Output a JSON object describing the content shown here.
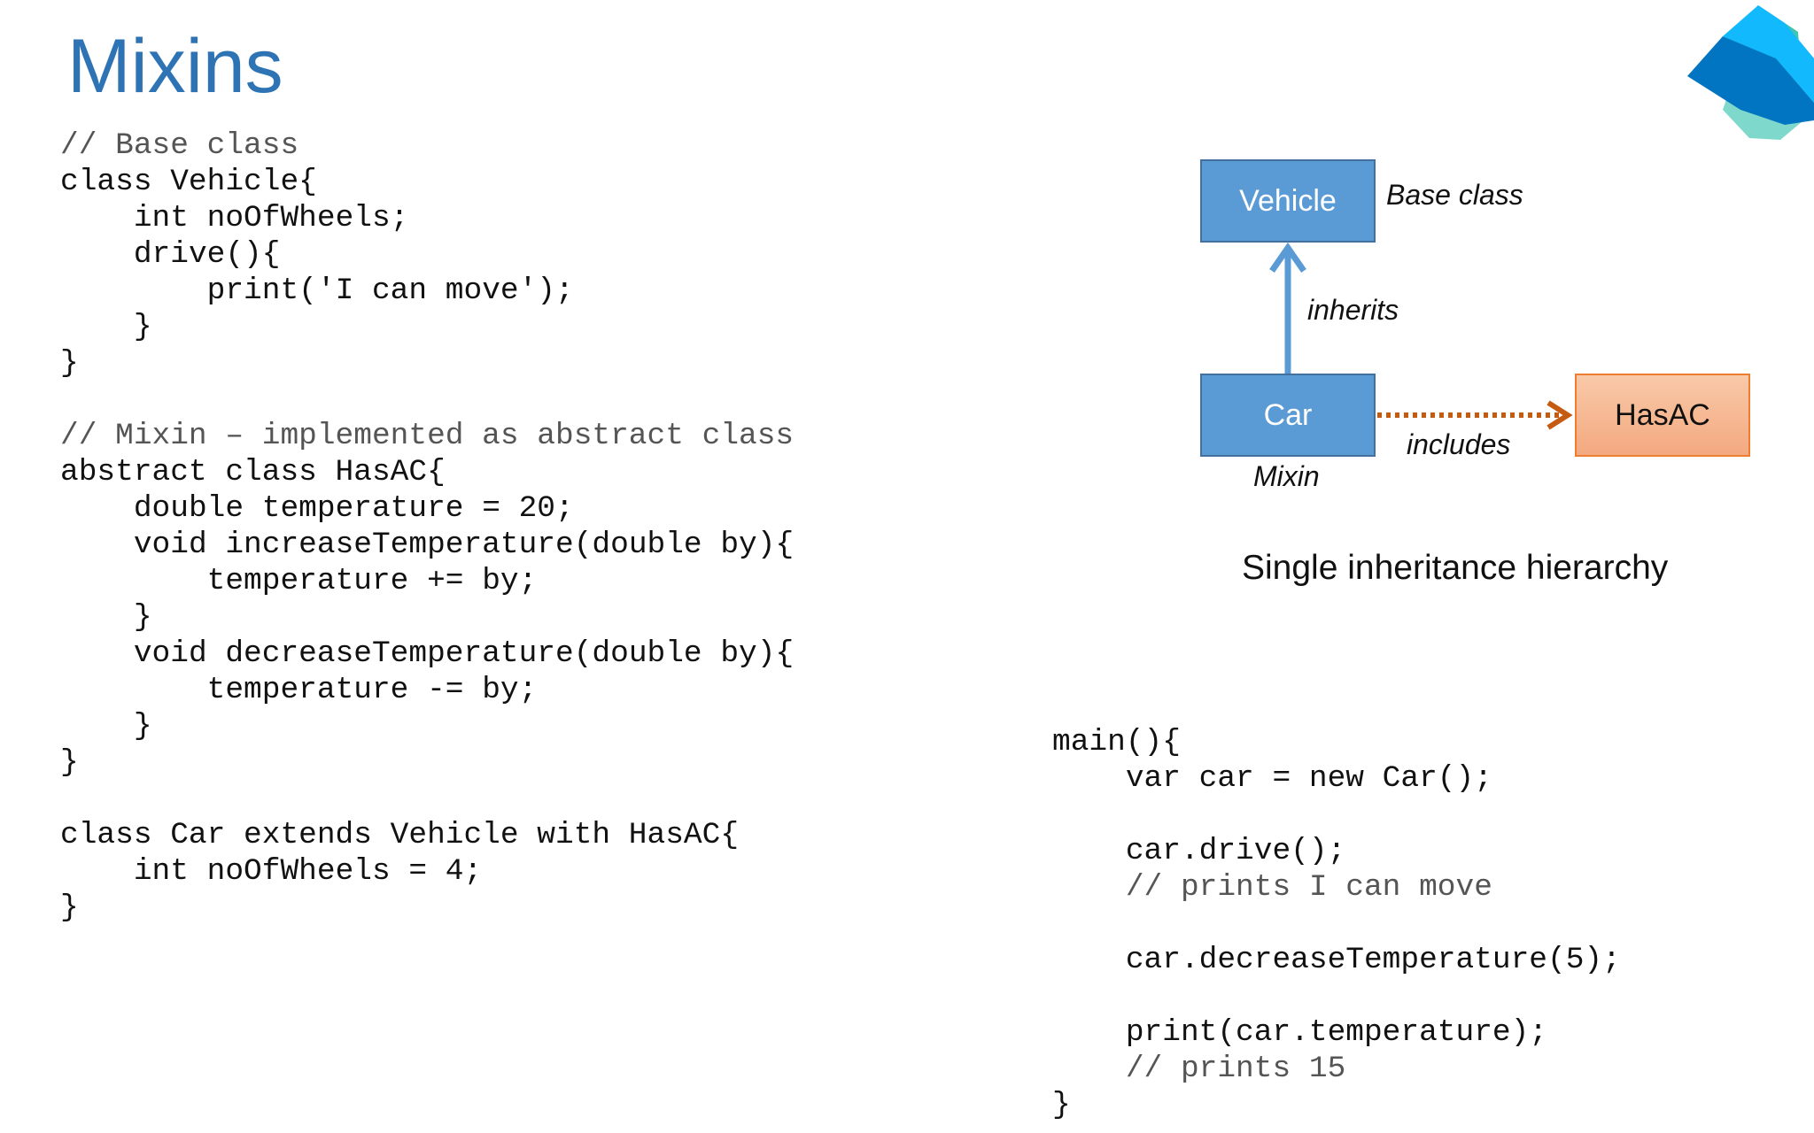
{
  "slide": {
    "title": "Mixins"
  },
  "code_left": {
    "lines": [
      "// Base class",
      "class Vehicle{",
      "\tint noOfWheels;",
      "\tdrive(){",
      "\t\tprint('I can move');",
      "\t}",
      "}",
      "",
      "// Mixin – implemented as abstract class",
      "abstract class HasAC{",
      "\tdouble temperature = 20;",
      "\tvoid increaseTemperature(double by){",
      "\t\ttemperature += by;",
      "\t}",
      "\tvoid decreaseTemperature(double by){",
      "\t\ttemperature -= by;",
      "\t}",
      "}",
      "",
      "class Car extends Vehicle with HasAC{",
      "\tint noOfWheels = 4;",
      "}"
    ]
  },
  "diagram": {
    "vehicle_label": "Vehicle",
    "base_class_label": "Base class",
    "inherits_label": "inherits",
    "car_label": "Car",
    "mixin_label": "Mixin",
    "includes_label": "includes",
    "hasac_label": "HasAC",
    "caption": "Single inheritance hierarchy",
    "colors": {
      "class_box": "#5b9bd5",
      "class_box_border": "#41719c",
      "mixin_box": "#f4b183",
      "mixin_box_border": "#ed7d31",
      "inherits_arrow": "#5b9bd5",
      "includes_arrow": "#c55a11"
    }
  },
  "code_right": {
    "lines": [
      "main(){",
      "\tvar car = new Car();",
      "",
      "\tcar.drive();",
      "\t// prints I can move",
      "",
      "\tcar.decreaseTemperature(5);",
      "",
      "\tprint(car.temperature);",
      "\t// prints 15",
      "}"
    ]
  },
  "logo": {
    "icon": "dart-logo-icon",
    "colors": [
      "#0175c2",
      "#13b9fd",
      "#40c4b0",
      "#7fd8cc"
    ]
  }
}
